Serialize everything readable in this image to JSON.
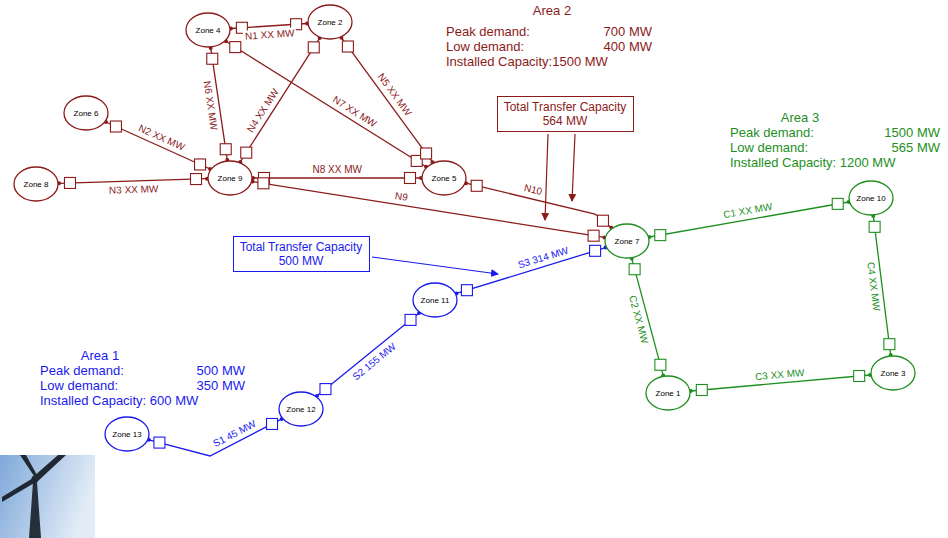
{
  "diagram": {
    "nodes": [
      {
        "text": [
          "Zone 4"
        ]
      },
      {
        "text": [
          "Zone 2"
        ]
      },
      {
        "text": [
          "Zone 6"
        ]
      },
      {
        "text": [
          "Zone 9"
        ]
      },
      {
        "text": [
          "Zone 5"
        ]
      },
      {
        "text": [
          "Zone 8"
        ]
      },
      {
        "text": [
          "Zone 10"
        ]
      },
      {
        "text": [
          "Zone 7"
        ]
      },
      {
        "text": [
          "Zone 11"
        ]
      },
      {
        "text": [
          "Zone 12"
        ]
      },
      {
        "text": [
          "Zone 1"
        ]
      },
      {
        "text": [
          "Zone 3"
        ]
      },
      {
        "text": [
          "Zone 13"
        ]
      },
      {
        "text": [
          "Total Transfer Capacity",
          "564 MW"
        ]
      },
      {
        "text": [
          "Total Transfer Capacity",
          "500 MW"
        ]
      }
    ],
    "edges": [
      {
        "from": 0,
        "to": 1,
        "label": "N1 XX MW",
        "arrow": "none"
      },
      {
        "from": 0,
        "to": 4,
        "label": "N7 XX MW",
        "arrow": "none"
      },
      {
        "from": 1,
        "to": 3,
        "label": "N4 XX MW",
        "arrow": "none"
      },
      {
        "from": 0,
        "to": 3,
        "label": "N6 XX MW",
        "arrow": "none"
      },
      {
        "from": 1,
        "to": 4,
        "label": "N5 XX MW",
        "arrow": "none"
      },
      {
        "from": 2,
        "to": 3,
        "label": "N2 XX MW",
        "arrow": "none"
      },
      {
        "from": 5,
        "to": 3,
        "label": "N3 XX MW",
        "arrow": "none"
      },
      {
        "from": 3,
        "to": 4,
        "label": "N8 XX MW",
        "arrow": "none"
      },
      {
        "from": 3,
        "to": 7,
        "label": "N9",
        "arrow": "none"
      },
      {
        "from": 4,
        "to": 7,
        "label": "N10",
        "arrow": "none"
      },
      {
        "from": 7,
        "to": 6,
        "label": "C1 XX MW",
        "arrow": "none"
      },
      {
        "from": 6,
        "to": 11,
        "label": "C4 XX MW",
        "arrow": "none"
      },
      {
        "from": 11,
        "to": 10,
        "label": "C3 XX MW",
        "arrow": "none"
      },
      {
        "from": 7,
        "to": 10,
        "label": "C2 XX MW",
        "arrow": "none"
      },
      {
        "from": 8,
        "to": 7,
        "label": "S3 314 MW",
        "arrow": "none"
      },
      {
        "from": 9,
        "to": 8,
        "label": "S2 155 MW",
        "arrow": "none"
      },
      {
        "from": 12,
        "to": 9,
        "label": "S1 45 MW",
        "arrow": "none"
      }
    ],
    "labels": [
      "Area 2",
      "Peak demand:",
      "700 MW",
      "Low demand:",
      "400 MW",
      "Installed Capacity:1500 MW",
      "Area 3",
      "Peak demand:",
      "1500 MW",
      "Low demand:",
      "565 MW",
      "Installed Capacity: 1200 MW",
      "Area 1",
      "Peak demand:",
      "500 MW",
      "Low demand:",
      "350 MW",
      "Installed Capacity: 600 MW"
    ]
  }
}
